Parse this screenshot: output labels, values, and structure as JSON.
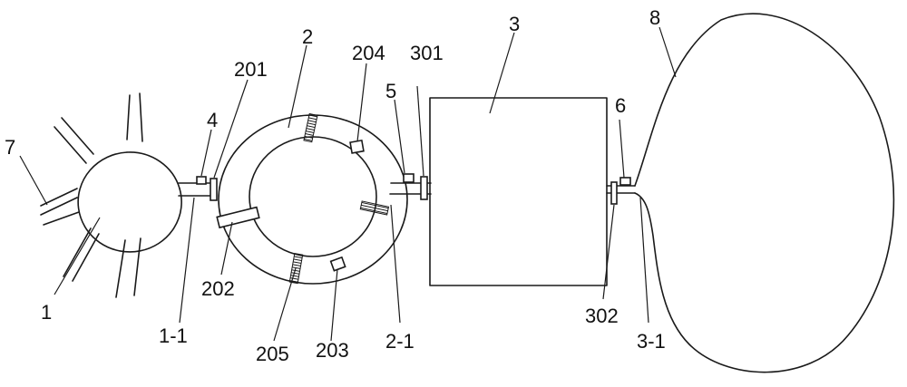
{
  "labels": {
    "l1": "1",
    "l1_1": "1-1",
    "l2": "2",
    "l2_1": "2-1",
    "l3": "3",
    "l3_1": "3-1",
    "l4": "4",
    "l5": "5",
    "l6": "6",
    "l7": "7",
    "l8": "8",
    "l201": "201",
    "l202": "202",
    "l203": "203",
    "l204": "204",
    "l205": "205",
    "l301": "301",
    "l302": "302"
  }
}
